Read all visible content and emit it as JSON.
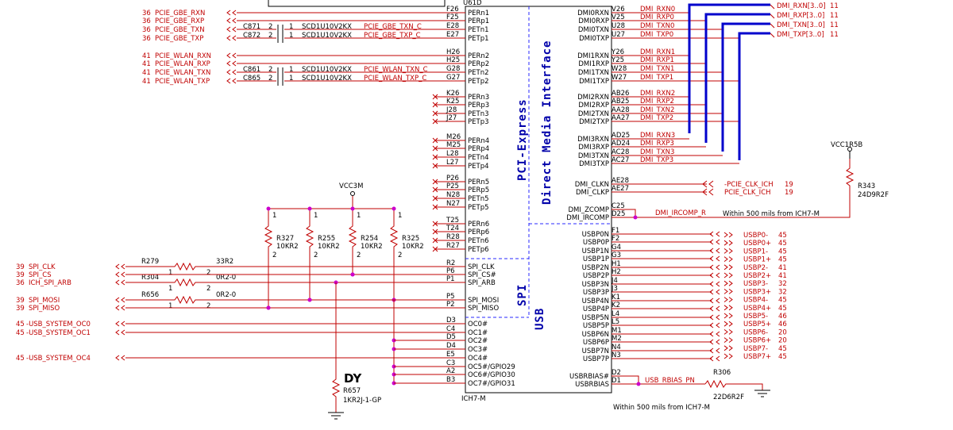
{
  "chip": {
    "ref": "U61D",
    "part": "ICH7-M",
    "section_pcie": "PCI-Express",
    "section_dmi": "Direct Media Interface",
    "section_spi": "SPI",
    "section_usb": "USB"
  },
  "left_pins": [
    {
      "num": "F26",
      "name": "PERn1"
    },
    {
      "num": "F25",
      "name": "PERp1"
    },
    {
      "num": "E28",
      "name": "PETn1"
    },
    {
      "num": "E27",
      "name": "PETp1"
    },
    {
      "num": "H26",
      "name": "PERn2"
    },
    {
      "num": "H25",
      "name": "PERp2"
    },
    {
      "num": "G28",
      "name": "PETn2"
    },
    {
      "num": "G27",
      "name": "PETp2"
    },
    {
      "num": "K26",
      "name": "PERn3"
    },
    {
      "num": "K25",
      "name": "PERp3"
    },
    {
      "num": "J28",
      "name": "PETn3"
    },
    {
      "num": "J27",
      "name": "PETp3"
    },
    {
      "num": "M26",
      "name": "PERn4"
    },
    {
      "num": "M25",
      "name": "PERp4"
    },
    {
      "num": "L28",
      "name": "PETn4"
    },
    {
      "num": "L27",
      "name": "PETp4"
    },
    {
      "num": "P26",
      "name": "PERn5"
    },
    {
      "num": "P25",
      "name": "PERp5"
    },
    {
      "num": "N28",
      "name": "PETn5"
    },
    {
      "num": "N27",
      "name": "PETp5"
    },
    {
      "num": "T25",
      "name": "PERn6"
    },
    {
      "num": "T24",
      "name": "PERp6"
    },
    {
      "num": "R28",
      "name": "PETn6"
    },
    {
      "num": "R27",
      "name": "PETp6"
    },
    {
      "num": "R2",
      "name": "SPI_CLK"
    },
    {
      "num": "P6",
      "name": "SPI_CS#"
    },
    {
      "num": "P1",
      "name": "SPI_ARB"
    },
    {
      "num": "P5",
      "name": "SPI_MOSI"
    },
    {
      "num": "P2",
      "name": "SPI_MISO"
    },
    {
      "num": "D3",
      "name": "OC0#"
    },
    {
      "num": "C4",
      "name": "OC1#"
    },
    {
      "num": "D5",
      "name": "OC2#"
    },
    {
      "num": "D4",
      "name": "OC3#"
    },
    {
      "num": "E5",
      "name": "OC4#"
    },
    {
      "num": "C3",
      "name": "OC5#/GPIO29"
    },
    {
      "num": "A2",
      "name": "OC6#/GPIO30"
    },
    {
      "num": "B3",
      "name": "OC7#/GPIO31"
    }
  ],
  "right_pins": [
    {
      "num": "V26",
      "name": "DMI0RXN",
      "net": "DMI_RXN0"
    },
    {
      "num": "V25",
      "name": "DMI0RXP",
      "net": "DMI_RXP0"
    },
    {
      "num": "U28",
      "name": "DMI0TXN",
      "net": "DMI_TXN0"
    },
    {
      "num": "U27",
      "name": "DMI0TXP",
      "net": "DMI_TXP0"
    },
    {
      "num": "Y26",
      "name": "DMI1RXN",
      "net": "DMI_RXN1"
    },
    {
      "num": "Y25",
      "name": "DMI1RXP",
      "net": "DMI_RXP1"
    },
    {
      "num": "W28",
      "name": "DMI1TXN",
      "net": "DMI_TXN1"
    },
    {
      "num": "W27",
      "name": "DMI1TXP",
      "net": "DMI_TXP1"
    },
    {
      "num": "AB26",
      "name": "DMI2RXN",
      "net": "DMI_RXN2"
    },
    {
      "num": "AB25",
      "name": "DMI2RXP",
      "net": "DMI_RXP2"
    },
    {
      "num": "AA28",
      "name": "DMI2TXN",
      "net": "DMI_TXN2"
    },
    {
      "num": "AA27",
      "name": "DMI2TXP",
      "net": "DMI_TXP2"
    },
    {
      "num": "AD25",
      "name": "DMI3RXN",
      "net": "DMI_RXN3"
    },
    {
      "num": "AD24",
      "name": "DMI3RXP",
      "net": "DMI_RXP3"
    },
    {
      "num": "AC28",
      "name": "DMI3TXN",
      "net": "DMI_TXN3"
    },
    {
      "num": "AC27",
      "name": "DMI3TXP",
      "net": "DMI_TXP3"
    },
    {
      "num": "AE28",
      "name": "DMI_CLKN",
      "net": ""
    },
    {
      "num": "AE27",
      "name": "DMI_CLKP",
      "net": ""
    },
    {
      "num": "C25",
      "name": "DMI_ZCOMP",
      "net": ""
    },
    {
      "num": "D25",
      "name": "DMI_IRCOMP",
      "net": "DMI_IRCOMP_R"
    },
    {
      "num": "F1",
      "name": "USBP0N",
      "net": "USBP0-"
    },
    {
      "num": "F2",
      "name": "USBP0P",
      "net": "USBP0+"
    },
    {
      "num": "G4",
      "name": "USBP1N",
      "net": "USBP1-"
    },
    {
      "num": "G3",
      "name": "USBP1P",
      "net": "USBP1+"
    },
    {
      "num": "H1",
      "name": "USBP2N",
      "net": "USBP2-"
    },
    {
      "num": "H2",
      "name": "USBP2P",
      "net": "USBP2+"
    },
    {
      "num": "J4",
      "name": "USBP3N",
      "net": "USBP3-"
    },
    {
      "num": "J3",
      "name": "USBP3P",
      "net": "USBP3+"
    },
    {
      "num": "K1",
      "name": "USBP4N",
      "net": "USBP4-"
    },
    {
      "num": "K2",
      "name": "USBP4P",
      "net": "USBP4+"
    },
    {
      "num": "L4",
      "name": "USBP5N",
      "net": "USBP5-"
    },
    {
      "num": "L5",
      "name": "USBP5P",
      "net": "USBP5+"
    },
    {
      "num": "M1",
      "name": "USBP6N",
      "net": "USBP6-"
    },
    {
      "num": "M2",
      "name": "USBP6P",
      "net": "USBP6+"
    },
    {
      "num": "N4",
      "name": "USBP7N",
      "net": "USBP7-"
    },
    {
      "num": "N3",
      "name": "USBP7P",
      "net": "USBP7+"
    },
    {
      "num": "D2",
      "name": "USBRBIAS#",
      "net": ""
    },
    {
      "num": "D1",
      "name": "USBRBIAS",
      "net": "USB_RBIAS_PN"
    }
  ],
  "usb_refs": [
    "45",
    "45",
    "45",
    "45",
    "41",
    "41",
    "32",
    "32",
    "45",
    "45",
    "46",
    "46",
    "20",
    "20",
    "45",
    "45"
  ],
  "dmi_bus": [
    {
      "label": "DMI_RXN[3..0]",
      "ref": "11"
    },
    {
      "label": "DMI_RXP[3..0]",
      "ref": "11"
    },
    {
      "label": "DMI_TXN[3..0]",
      "ref": "11"
    },
    {
      "label": "DMI_TXP[3..0]",
      "ref": "11"
    }
  ],
  "pcie_left": [
    {
      "ref": "36",
      "net": "PCIE_GBE_RXN"
    },
    {
      "ref": "36",
      "net": "PCIE_GBE_RXP"
    },
    {
      "ref": "36",
      "net": "PCIE_GBE_TXN"
    },
    {
      "ref": "36",
      "net": "PCIE_GBE_TXP"
    },
    {
      "ref": "41",
      "net": "PCIE_WLAN_RXN"
    },
    {
      "ref": "41",
      "net": "PCIE_WLAN_RXP"
    },
    {
      "ref": "41",
      "net": "PCIE_WLAN_TXN"
    },
    {
      "ref": "41",
      "net": "PCIE_WLAN_TXP"
    }
  ],
  "caps": [
    {
      "ref": "C871",
      "p1": "2",
      "p2": "1",
      "value": "SCD1U10V2KX",
      "net": "PCIE_GBE_TXN_C"
    },
    {
      "ref": "C872",
      "p1": "2",
      "p2": "1",
      "value": "SCD1U10V2KX",
      "net": "PCIE_GBE_TXP_C"
    },
    {
      "ref": "C861",
      "p1": "2",
      "p2": "1",
      "value": "SCD1U10V2KX",
      "net": "PCIE_WLAN_TXN_C"
    },
    {
      "ref": "C865",
      "p1": "2",
      "p2": "1",
      "value": "SCD1U10V2KX",
      "net": "PCIE_WLAN_TXP_C"
    }
  ],
  "clk_nets": [
    {
      "net": "PCIE_CLK_ICH",
      "ref": "19"
    },
    {
      "net": "PCIE_CLK_ICH",
      "ref": "19"
    }
  ],
  "vcc_left": "VCC3M",
  "vcc_right": "VCC1R5B",
  "pullups": [
    {
      "ref": "R327",
      "value": "10KR2"
    },
    {
      "ref": "R255",
      "value": "10KR2"
    },
    {
      "ref": "R254",
      "value": "10KR2"
    },
    {
      "ref": "R325",
      "value": "10KR2"
    }
  ],
  "spi_left": [
    {
      "ref": "39",
      "net": "SPI_CLK"
    },
    {
      "ref": "39",
      "net": "SPI_CS"
    },
    {
      "ref": "36",
      "net": "ICH_SPI_ARB"
    },
    {
      "ref": "39",
      "net": "SPI_MOSI"
    },
    {
      "ref": "39",
      "net": "SPI_MISO"
    }
  ],
  "series_res": [
    {
      "ref": "R279",
      "p1": "1",
      "p2": "2",
      "value": "33R2"
    },
    {
      "ref": "R304",
      "p1": "1",
      "p2": "2",
      "value": "0R2-0"
    },
    {
      "ref": "R656",
      "p1": "1",
      "p2": "2",
      "value": "0R2-0"
    }
  ],
  "usb_oc": [
    {
      "ref": "45",
      "net": "USB_SYSTEM_OC0"
    },
    {
      "ref": "45",
      "net": "USB_SYSTEM_OC1"
    },
    {
      "ref": "45",
      "net": "USB_SYSTEM_OC4"
    }
  ],
  "r343": {
    "ref": "R343",
    "value": "24D9R2F"
  },
  "r306": {
    "ref": "R306",
    "value": "22D6R2F"
  },
  "r657": {
    "ref": "R657",
    "value": "1KR2J-1-GP",
    "tag": "DY"
  },
  "notes": [
    "Within 500 mils from ICH7-M",
    "Within 500 mils from ICH7-M"
  ]
}
